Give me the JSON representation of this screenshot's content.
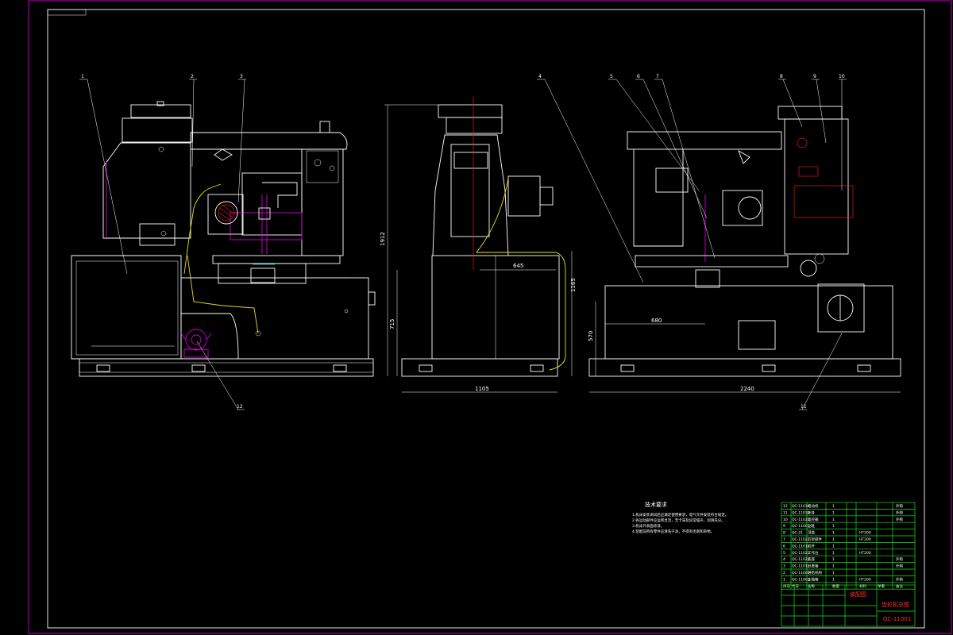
{
  "dimensions": {
    "front_height": "1912",
    "front_lower_height": "715",
    "side_width": "1105",
    "side_height": "1165",
    "side_mid": "645",
    "back_width": "2240",
    "back_inner": "680",
    "back_height": "570"
  },
  "balloons": [
    "1",
    "2",
    "3",
    "4",
    "5",
    "6",
    "7",
    "8",
    "9",
    "10",
    "11",
    "12"
  ],
  "notes": {
    "title": "技术要求",
    "lines": [
      "1.机床安装调试后应满足使用要求，电气元件安装符合规定。",
      "2.各运动部件应运转灵活，无卡滞及异常噪声，润滑充分。",
      "3.机床外表面涂漆。",
      "4.装配前所有零件应清洗干净，不得有毛刺和杂物。"
    ]
  },
  "bom": {
    "rows": [
      {
        "no": "12",
        "code": "QC-11034",
        "name": "电动机",
        "qty": "1",
        "material": "",
        "weight": "",
        "remark": "外购"
      },
      {
        "no": "11",
        "code": "QC-11032",
        "name": "床身",
        "qty": "1",
        "material": "",
        "weight": "",
        "remark": "外购"
      },
      {
        "no": "10",
        "code": "QC-11022",
        "name": "电控箱",
        "qty": "1",
        "material": "",
        "weight": "",
        "remark": "外购"
      },
      {
        "no": "9",
        "code": "QC-11001-1",
        "name": "立柱",
        "qty": "1",
        "material": "",
        "weight": "",
        "remark": ""
      },
      {
        "no": "8",
        "code": "QC-21",
        "name": "顶盖",
        "qty": "1",
        "material": "HT200",
        "weight": "",
        "remark": ""
      },
      {
        "no": "7",
        "code": "QC-11021",
        "name": "刀架部件",
        "qty": "1",
        "material": "HT200",
        "weight": "",
        "remark": ""
      },
      {
        "no": "6",
        "code": "QC-11016",
        "name": "刀杆",
        "qty": "1",
        "material": "",
        "weight": "",
        "remark": ""
      },
      {
        "no": "5",
        "code": "QC-11022",
        "name": "工作台",
        "qty": "1",
        "material": "HT200",
        "weight": "",
        "remark": ""
      },
      {
        "no": "4",
        "code": "QC-11021",
        "name": "底座",
        "qty": "1",
        "material": "",
        "weight": "",
        "remark": "外购"
      },
      {
        "no": "3",
        "code": "QC-11011",
        "name": "分度箱",
        "qty": "1",
        "material": "",
        "weight": "",
        "remark": "外购"
      },
      {
        "no": "2",
        "code": "QC-11001",
        "name": "进给机构",
        "qty": "1",
        "material": "",
        "weight": "",
        "remark": ""
      },
      {
        "no": "1",
        "code": "QC-11001",
        "name": "主轴箱",
        "qty": "1",
        "material": "HT200",
        "weight": "",
        "remark": "外购"
      }
    ],
    "headers": [
      "序号",
      "代号",
      "名称",
      "数量",
      "材料",
      "单重",
      "备注"
    ]
  },
  "title_block": {
    "scale_label": "装配图",
    "drawing_name": "齿轮机总图",
    "drawing_number": "QC-11001"
  },
  "colors": {
    "background": "#000000",
    "frame": "#d000d0",
    "line": "#ffffff",
    "table": "#19e019",
    "accent_red": "#ff3030",
    "accent_yellow": "#e8e020"
  }
}
